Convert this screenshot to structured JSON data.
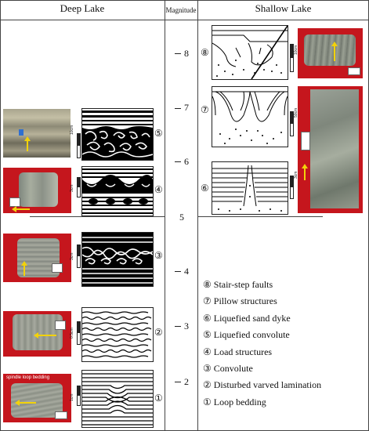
{
  "headers": {
    "left": "Deep Lake",
    "middle": "Magnitude",
    "right": "Shallow Lake"
  },
  "magnitude_ticks": [
    "8",
    "7",
    "6",
    "5",
    "4",
    "3",
    "2"
  ],
  "deep_lake": [
    {
      "id": "5",
      "marker": "⑤",
      "scale": "10cm",
      "photo": "outcrop"
    },
    {
      "id": "4",
      "marker": "④",
      "scale": "3cm",
      "photo": "core"
    },
    {
      "id": "3",
      "marker": "③",
      "scale": "3cm",
      "photo": "core"
    },
    {
      "id": "2",
      "marker": "②",
      "scale": "0.5cm",
      "photo": "core"
    },
    {
      "id": "1",
      "marker": "①",
      "scale": "1cm",
      "photo": "core",
      "photo_label": "spindle loop bedding"
    }
  ],
  "shallow_lake": [
    {
      "id": "8",
      "marker": "⑧",
      "scale": "10cm"
    },
    {
      "id": "7",
      "marker": "⑦",
      "scale": "50cm"
    },
    {
      "id": "6",
      "marker": "⑥",
      "scale": "3cm"
    }
  ],
  "legend": [
    {
      "marker": "⑧",
      "text": "Stair-step faults"
    },
    {
      "marker": "⑦",
      "text": "Pillow structures"
    },
    {
      "marker": "⑥",
      "text": "Liquefied sand dyke"
    },
    {
      "marker": "⑤",
      "text": "Liquefied convolute"
    },
    {
      "marker": "④",
      "text": "Load structures"
    },
    {
      "marker": "③",
      "text": "Convolute"
    },
    {
      "marker": "②",
      "text": "Disturbed varved lamination"
    },
    {
      "marker": "①",
      "text": "Loop  bedding"
    }
  ],
  "colors": {
    "photo_red": "#c5161d",
    "arrow_yellow": "#f2d20a",
    "line": "#444444"
  }
}
